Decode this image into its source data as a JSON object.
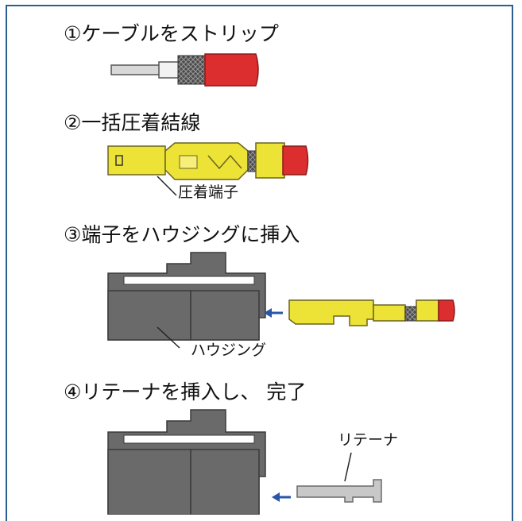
{
  "steps": [
    {
      "title": "①ケーブルをストリップ"
    },
    {
      "title": "②一括圧着結線",
      "callout": "圧着端子"
    },
    {
      "title": "③端子をハウジングに挿入",
      "callout": "ハウジング"
    },
    {
      "title": "④リテーナを挿入し、 完了",
      "callout": "リテーナ"
    }
  ],
  "colors": {
    "frame": "#2c5f8f",
    "terminal_yellow": "#ece336",
    "cable_red": "#dc2e2e",
    "housing_gray": "#6a6a6a",
    "arrow_blue": "#2a56a8",
    "retainer_gray": "#c8c8c8"
  }
}
